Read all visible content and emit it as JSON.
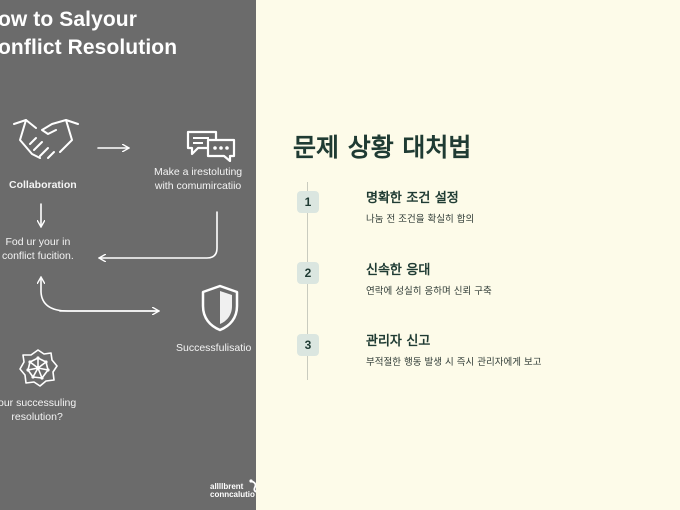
{
  "left": {
    "title_line1": "ow to Salyour",
    "title_line2": "onflict Resolution",
    "collaboration": "Collaboration",
    "make_line1": "Make a irestoluting",
    "make_line2": "with comumircatiio",
    "fod_line1": "Fod ur your in",
    "fod_line2": "conflict fucition.",
    "success": "Successfulisatio",
    "your_line1": "our successuling",
    "your_line2": "resolution?",
    "footer_line1": "allllbrent",
    "footer_line2": "conncalutio"
  },
  "right": {
    "title": "문제 상황 대처법",
    "steps": [
      {
        "number": "1",
        "title": "명확한 조건 설정",
        "desc": "나눔 전 조건을 확실히 합의"
      },
      {
        "number": "2",
        "title": "신속한 응대",
        "desc": "연락에 성실히 응하며 신뢰 구축"
      },
      {
        "number": "3",
        "title": "관리자 신고",
        "desc": "부적절한 행동 발생 시 즉시 관리자에게 보고"
      }
    ]
  },
  "colors": {
    "left_bg": "#6b6b6b",
    "right_bg": "#fdfbe9",
    "accent_dark": "#1f3b33",
    "badge_bg": "#dbe6e0"
  }
}
